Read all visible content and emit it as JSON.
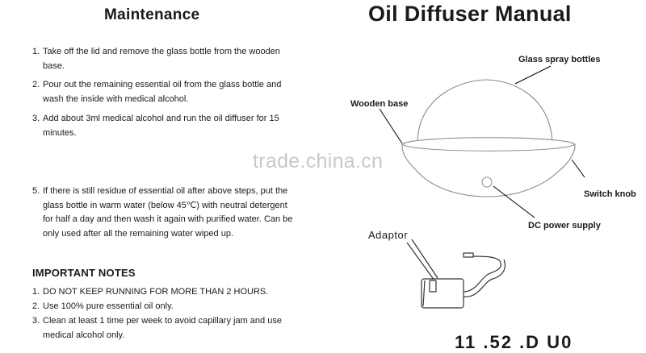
{
  "maintenance": {
    "heading": "Maintenance",
    "steps": [
      {
        "num": "1.",
        "text": "Take off the lid and remove the glass bottle from the wooden base."
      },
      {
        "num": "2.",
        "text": "Pour out the remaining essential oil from the glass bottle and wash the inside with medical alcohol."
      },
      {
        "num": "3.",
        "text": "Add about 3ml medical alcohol and run the oil diffuser for 15 minutes."
      },
      {
        "num": "5.",
        "text": "If there is still residue of essential oil after above steps, put the glass bottle in warm water (below 45℃) with neutral detergent for half a day and then wash it again with purified water. Can be only used after all the remaining water wiped up."
      }
    ]
  },
  "important_notes": {
    "heading": "IMPORTANT NOTES",
    "items": [
      {
        "num": "1.",
        "text": "DO NOT KEEP RUNNING FOR MORE THAN 2 HOURS."
      },
      {
        "num": "2.",
        "text": "Use 100% pure essential oil only."
      },
      {
        "num": "3.",
        "text": "Clean at least 1 time per week to avoid capillary jam and use medical alcohol only."
      }
    ]
  },
  "manual": {
    "title": "Oil Diffuser Manual",
    "labels": {
      "glass_bottles": "Glass spray bottles",
      "wooden_base": "Wooden base",
      "switch_knob": "Switch knob",
      "dc_power": "DC power supply",
      "adaptor": "Adaptor"
    },
    "watermark": "trade.china.cn",
    "cut_off_text": "11 .52 .D U0"
  }
}
